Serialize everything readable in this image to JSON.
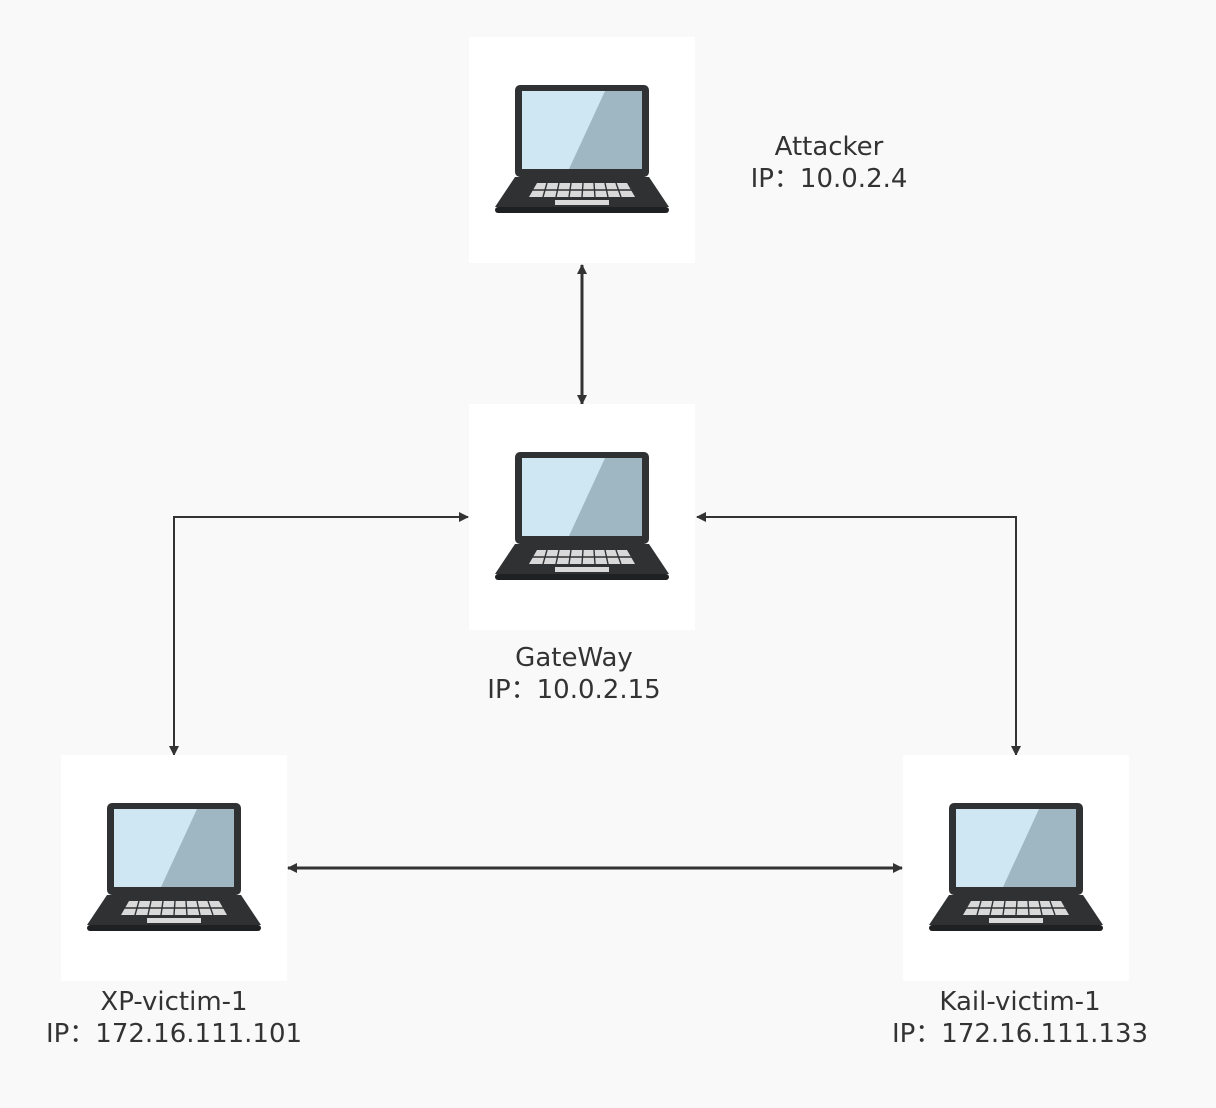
{
  "nodes": {
    "attacker": {
      "name": "Attacker",
      "ip": "IP：10.0.2.4"
    },
    "gateway": {
      "name": "GateWay",
      "ip": "IP：10.0.2.15"
    },
    "xp_victim": {
      "name": "XP-victim-1",
      "ip": "IP：172.16.111.101"
    },
    "kali_victim": {
      "name": "Kail-victim-1",
      "ip": "IP：172.16.111.133"
    }
  },
  "icon": "laptop-icon",
  "colors": {
    "background": "#f9f9f9",
    "node_fill": "#ffffff",
    "line": "#333333",
    "screen": "#cfe6f3",
    "screen_shade": "#9fb7c3",
    "laptop_body": "#2f3133"
  }
}
